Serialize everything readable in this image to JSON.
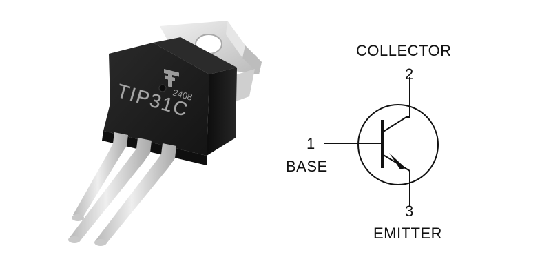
{
  "component": {
    "marking": "TIP31C",
    "date_code": "2408"
  },
  "pins": [
    {
      "number": "1",
      "name": "BASE"
    },
    {
      "number": "2",
      "name": "COLLECTOR"
    },
    {
      "number": "3",
      "name": "EMITTER"
    }
  ],
  "colors": {
    "background": "#ffffff",
    "body": "#1c1c1c",
    "tab": "#d9d9d9",
    "lead": "#cfcfcf",
    "line": "#111111"
  },
  "icons": {
    "logo": "fairchild-f-logo",
    "symbol": "npn-transistor-symbol"
  }
}
